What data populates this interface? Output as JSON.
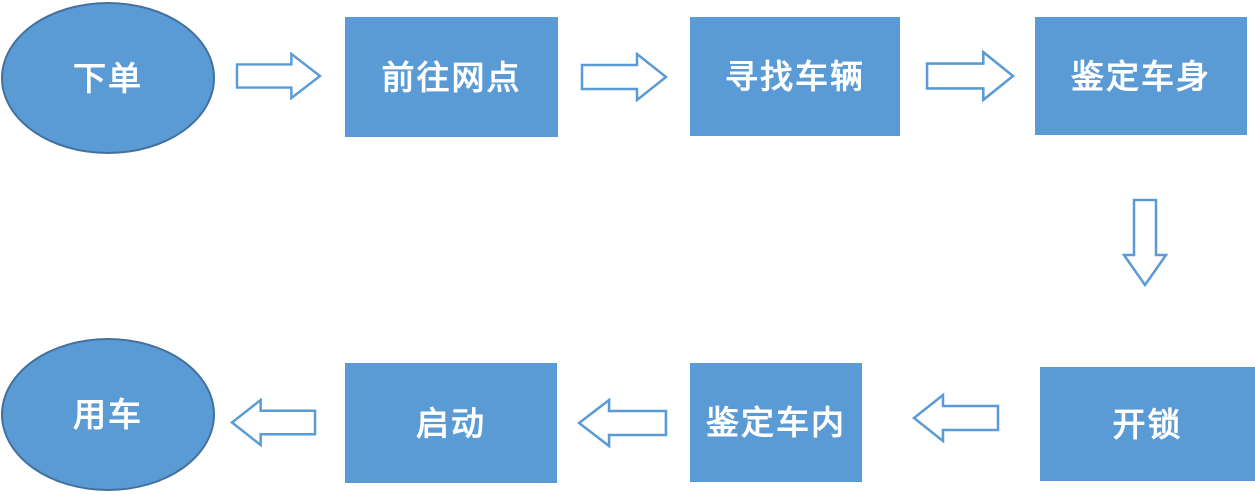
{
  "diagram": {
    "type": "flowchart",
    "background": "#ffffff",
    "colors": {
      "shape_fill": "#5b9bd5",
      "ellipse_border": "#41719c",
      "arrow_stroke": "#5b9bd5",
      "arrow_fill": "#ffffff",
      "label_text": "#ffffff"
    },
    "nodes": [
      {
        "id": "order",
        "shape": "ellipse",
        "label": "下单"
      },
      {
        "id": "go-to-station",
        "shape": "rectangle",
        "label": "前往网点"
      },
      {
        "id": "find-vehicle",
        "shape": "rectangle",
        "label": "寻找车辆"
      },
      {
        "id": "inspect-body",
        "shape": "rectangle",
        "label": "鉴定车身"
      },
      {
        "id": "unlock",
        "shape": "rectangle",
        "label": "开锁"
      },
      {
        "id": "inspect-interior",
        "shape": "rectangle",
        "label": "鉴定车内"
      },
      {
        "id": "start",
        "shape": "rectangle",
        "label": "启动"
      },
      {
        "id": "use-car",
        "shape": "ellipse",
        "label": "用车"
      }
    ],
    "connections": [
      {
        "from": "下单",
        "to": "前往网点",
        "direction": "right"
      },
      {
        "from": "前往网点",
        "to": "寻找车辆",
        "direction": "right"
      },
      {
        "from": "寻找车辆",
        "to": "鉴定车身",
        "direction": "right"
      },
      {
        "from": "鉴定车身",
        "to": "开锁",
        "direction": "down"
      },
      {
        "from": "开锁",
        "to": "鉴定车内",
        "direction": "left"
      },
      {
        "from": "鉴定车内",
        "to": "启动",
        "direction": "left"
      },
      {
        "from": "启动",
        "to": "用车",
        "direction": "left"
      }
    ]
  }
}
